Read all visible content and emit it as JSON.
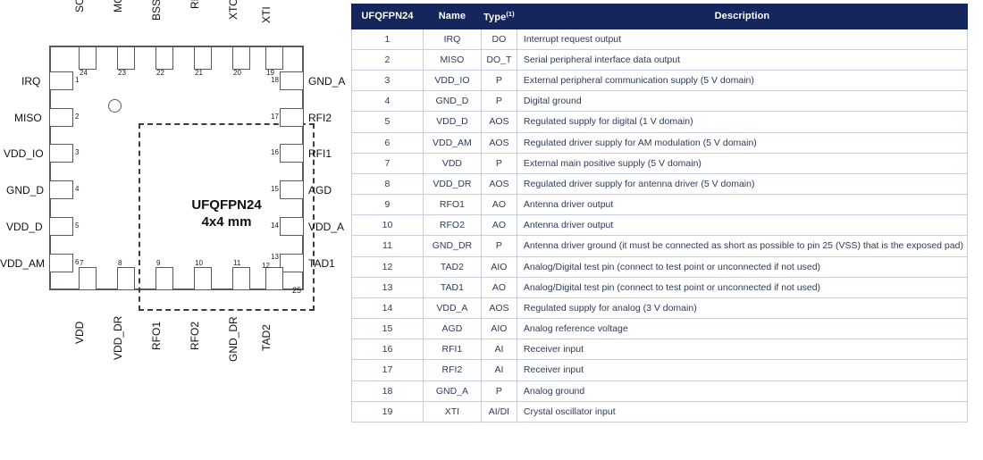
{
  "diagram": {
    "package_name": "UFQFPN24",
    "package_size": "4x4 mm",
    "exposed_pad_number": "25",
    "top_pins": [
      {
        "num": "24",
        "label": "SCLK"
      },
      {
        "num": "23",
        "label": "MOSI"
      },
      {
        "num": "22",
        "label": "BSS"
      },
      {
        "num": "21",
        "label": "RESET"
      },
      {
        "num": "20",
        "label": "XTO"
      },
      {
        "num": "19",
        "label": "XTI"
      }
    ],
    "left_pins": [
      {
        "num": "1",
        "label": "IRQ"
      },
      {
        "num": "2",
        "label": "MISO"
      },
      {
        "num": "3",
        "label": "VDD_IO"
      },
      {
        "num": "4",
        "label": "GND_D"
      },
      {
        "num": "5",
        "label": "VDD_D"
      },
      {
        "num": "6",
        "label": "VDD_AM"
      }
    ],
    "right_pins": [
      {
        "num": "18",
        "label": "GND_A"
      },
      {
        "num": "17",
        "label": "RFI2"
      },
      {
        "num": "16",
        "label": "RFI1"
      },
      {
        "num": "15",
        "label": "AGD"
      },
      {
        "num": "14",
        "label": "VDD_A"
      },
      {
        "num": "13",
        "label": "TAD1"
      }
    ],
    "bottom_pins": [
      {
        "num": "7",
        "label": "VDD"
      },
      {
        "num": "8",
        "label": "VDD_DR"
      },
      {
        "num": "9",
        "label": "RFO1"
      },
      {
        "num": "10",
        "label": "RFO2"
      },
      {
        "num": "11",
        "label": "GND_DR"
      },
      {
        "num": "12",
        "label": "TAD2"
      }
    ]
  },
  "table": {
    "headers": {
      "pin": "UFQFPN24",
      "name": "Name",
      "type": "Type",
      "type_footnote": "(1)",
      "description": "Description"
    },
    "rows": [
      {
        "pin": "1",
        "name": "IRQ",
        "type": "DO",
        "description": "Interrupt request output"
      },
      {
        "pin": "2",
        "name": "MISO",
        "type": "DO_T",
        "description": "Serial peripheral interface data output"
      },
      {
        "pin": "3",
        "name": "VDD_IO",
        "type": "P",
        "description": "External peripheral communication supply (5 V domain)"
      },
      {
        "pin": "4",
        "name": "GND_D",
        "type": "P",
        "description": "Digital ground"
      },
      {
        "pin": "5",
        "name": "VDD_D",
        "type": "AOS",
        "description": "Regulated supply for digital (1 V domain)"
      },
      {
        "pin": "6",
        "name": "VDD_AM",
        "type": "AOS",
        "description": "Regulated driver supply for AM modulation (5 V domain)"
      },
      {
        "pin": "7",
        "name": "VDD",
        "type": "P",
        "description": "External main positive supply (5 V domain)"
      },
      {
        "pin": "8",
        "name": "VDD_DR",
        "type": "AOS",
        "description": "Regulated driver supply for antenna driver (5 V domain)"
      },
      {
        "pin": "9",
        "name": "RFO1",
        "type": "AO",
        "description": "Antenna driver output"
      },
      {
        "pin": "10",
        "name": "RFO2",
        "type": "AO",
        "description": "Antenna driver output"
      },
      {
        "pin": "11",
        "name": "GND_DR",
        "type": "P",
        "description": "Antenna driver ground (it must be connected as short as possible to pin 25 (VSS) that is the exposed pad)"
      },
      {
        "pin": "12",
        "name": "TAD2",
        "type": "AIO",
        "description": "Analog/Digital test pin (connect to test point or unconnected if not used)"
      },
      {
        "pin": "13",
        "name": "TAD1",
        "type": "AO",
        "description": "Analog/Digital test pin (connect to test point or unconnected if not used)"
      },
      {
        "pin": "14",
        "name": "VDD_A",
        "type": "AOS",
        "description": "Regulated supply for analog (3 V domain)"
      },
      {
        "pin": "15",
        "name": "AGD",
        "type": "AIO",
        "description": "Analog reference voltage"
      },
      {
        "pin": "16",
        "name": "RFI1",
        "type": "AI",
        "description": "Receiver input"
      },
      {
        "pin": "17",
        "name": "RFI2",
        "type": "AI",
        "description": "Receiver input"
      },
      {
        "pin": "18",
        "name": "GND_A",
        "type": "P",
        "description": "Analog ground"
      },
      {
        "pin": "19",
        "name": "XTI",
        "type": "AI/DI",
        "description": "Crystal oscillator input"
      }
    ]
  },
  "colors": {
    "header_bg": "#15265c",
    "header_text": "#ffffff",
    "cell_text": "#2d3b59",
    "grid_line": "#c7cedd",
    "chip_outline": "#555b5e"
  }
}
